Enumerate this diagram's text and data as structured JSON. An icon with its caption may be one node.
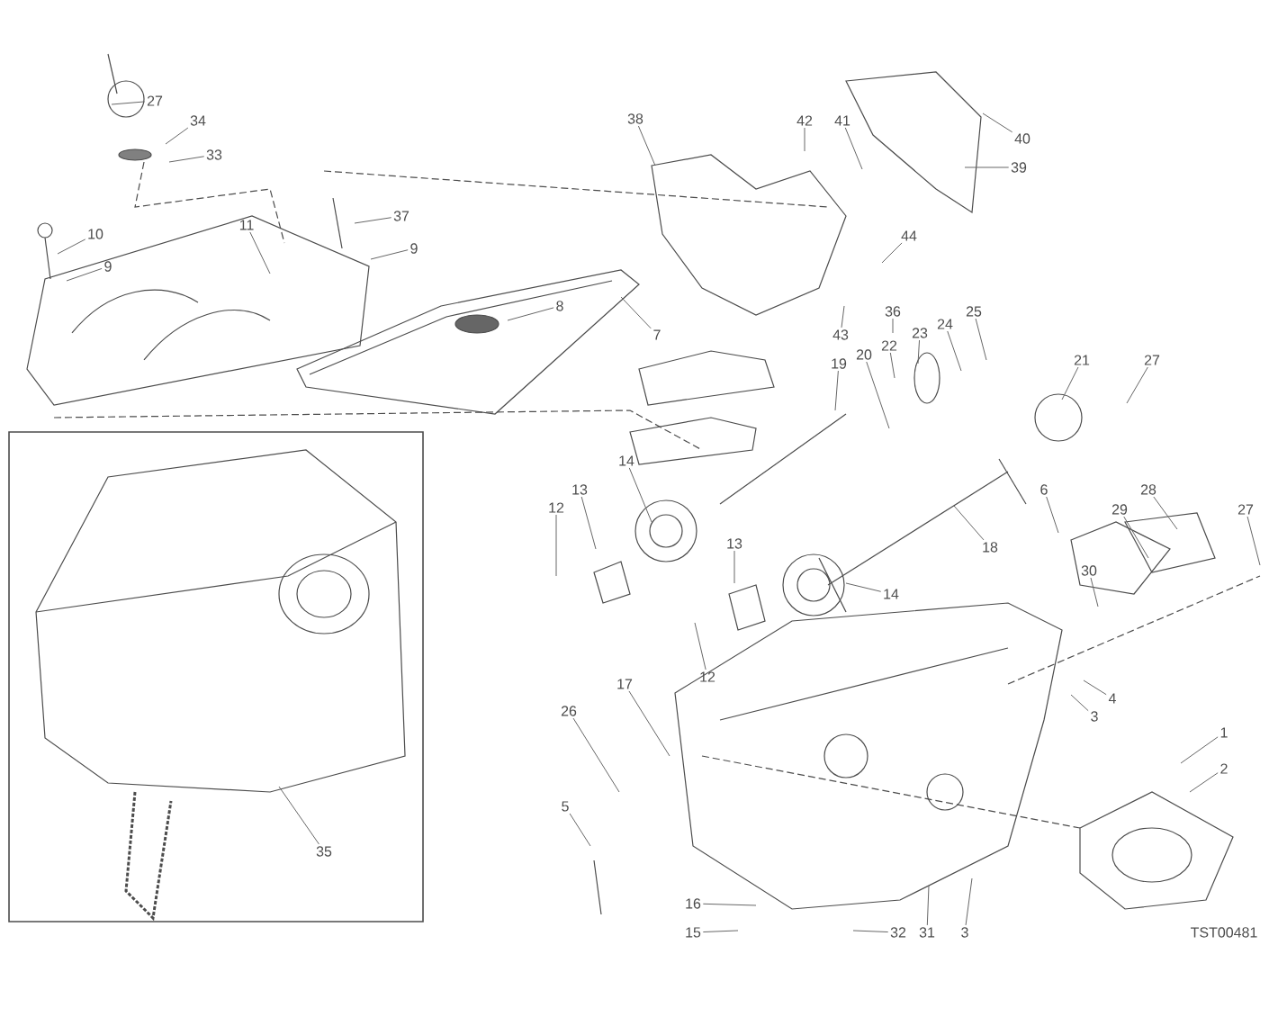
{
  "diagram": {
    "nodes": [
      {
        "text": [],
        "shape": "box"
      },
      {
        "text": [
          "35"
        ],
        "in": 0
      },
      {
        "text": [
          "27"
        ]
      },
      {
        "text": [
          "34"
        ]
      },
      {
        "text": [
          "33"
        ]
      },
      {
        "text": [
          "10"
        ]
      },
      {
        "text": [
          "9"
        ]
      },
      {
        "text": [
          "11"
        ]
      },
      {
        "text": [
          "37"
        ]
      },
      {
        "text": [
          "9"
        ]
      },
      {
        "text": [
          "8"
        ]
      },
      {
        "text": [
          "7"
        ]
      },
      {
        "text": [
          "38"
        ]
      },
      {
        "text": [
          "42"
        ]
      },
      {
        "text": [
          "41"
        ]
      },
      {
        "text": [
          "40"
        ]
      },
      {
        "text": [
          "39"
        ]
      },
      {
        "text": [
          "44"
        ]
      },
      {
        "text": [
          "43"
        ]
      },
      {
        "text": [
          "36"
        ]
      },
      {
        "text": [
          "23"
        ]
      },
      {
        "text": [
          "22"
        ]
      },
      {
        "text": [
          "20"
        ]
      },
      {
        "text": [
          "19"
        ]
      },
      {
        "text": [
          "24"
        ]
      },
      {
        "text": [
          "25"
        ]
      },
      {
        "text": [
          "21"
        ]
      },
      {
        "text": [
          "27"
        ]
      },
      {
        "text": [
          "6"
        ]
      },
      {
        "text": [
          "28"
        ]
      },
      {
        "text": [
          "29"
        ]
      },
      {
        "text": [
          "30"
        ]
      },
      {
        "text": [
          "27"
        ]
      },
      {
        "text": [
          "13"
        ]
      },
      {
        "text": [
          "14"
        ]
      },
      {
        "text": [
          "12"
        ]
      },
      {
        "text": [
          "13"
        ]
      },
      {
        "text": [
          "14"
        ]
      },
      {
        "text": [
          "12"
        ]
      },
      {
        "text": [
          "18"
        ]
      },
      {
        "text": [
          "17"
        ]
      },
      {
        "text": [
          "26"
        ]
      },
      {
        "text": [
          "5"
        ]
      },
      {
        "text": [
          "16"
        ]
      },
      {
        "text": [
          "15"
        ]
      },
      {
        "text": [
          "32"
        ]
      },
      {
        "text": [
          "31"
        ]
      },
      {
        "text": [
          "3"
        ]
      },
      {
        "text": [
          "3"
        ]
      },
      {
        "text": [
          "4"
        ]
      },
      {
        "text": [
          "1"
        ]
      },
      {
        "text": [
          "2"
        ]
      }
    ],
    "edges": [
      {
        "from": 1,
        "to": null,
        "arrow": "none"
      },
      {
        "from": 2,
        "to": null,
        "arrow": "none"
      },
      {
        "from": 3,
        "to": null,
        "arrow": "none"
      },
      {
        "from": 4,
        "to": null,
        "arrow": "none"
      },
      {
        "from": 5,
        "to": null,
        "arrow": "none"
      },
      {
        "from": 6,
        "to": null,
        "arrow": "none"
      },
      {
        "from": 7,
        "to": null,
        "arrow": "none"
      },
      {
        "from": 8,
        "to": null,
        "arrow": "none"
      },
      {
        "from": 9,
        "to": null,
        "arrow": "none"
      },
      {
        "from": 10,
        "to": null,
        "arrow": "none"
      },
      {
        "from": 11,
        "to": null,
        "arrow": "none"
      },
      {
        "from": 12,
        "to": null,
        "arrow": "none"
      },
      {
        "from": 13,
        "to": null,
        "arrow": "none"
      },
      {
        "from": 14,
        "to": null,
        "arrow": "none"
      },
      {
        "from": 15,
        "to": null,
        "arrow": "none"
      },
      {
        "from": 16,
        "to": null,
        "arrow": "none"
      },
      {
        "from": 17,
        "to": null,
        "arrow": "none"
      },
      {
        "from": 18,
        "to": null,
        "arrow": "none"
      },
      {
        "from": 19,
        "to": null,
        "arrow": "none"
      },
      {
        "from": 20,
        "to": null,
        "arrow": "none"
      },
      {
        "from": 21,
        "to": null,
        "arrow": "none"
      },
      {
        "from": 22,
        "to": null,
        "arrow": "none"
      },
      {
        "from": 23,
        "to": null,
        "arrow": "none"
      },
      {
        "from": 24,
        "to": null,
        "arrow": "none"
      },
      {
        "from": 25,
        "to": null,
        "arrow": "none"
      },
      {
        "from": 26,
        "to": null,
        "arrow": "none"
      },
      {
        "from": 27,
        "to": null,
        "arrow": "none"
      },
      {
        "from": 28,
        "to": null,
        "arrow": "none"
      },
      {
        "from": 29,
        "to": null,
        "arrow": "none"
      },
      {
        "from": 30,
        "to": null,
        "arrow": "none"
      },
      {
        "from": 31,
        "to": null,
        "arrow": "none"
      },
      {
        "from": 32,
        "to": null,
        "arrow": "none"
      },
      {
        "from": 33,
        "to": null,
        "arrow": "none"
      },
      {
        "from": 34,
        "to": null,
        "arrow": "none"
      },
      {
        "from": 35,
        "to": null,
        "arrow": "none"
      },
      {
        "from": 36,
        "to": null,
        "arrow": "none"
      },
      {
        "from": 37,
        "to": null,
        "arrow": "none"
      },
      {
        "from": 38,
        "to": null,
        "arrow": "none"
      },
      {
        "from": 39,
        "to": null,
        "arrow": "none"
      },
      {
        "from": 40,
        "to": null,
        "arrow": "none"
      },
      {
        "from": 41,
        "to": null,
        "arrow": "none"
      },
      {
        "from": 42,
        "to": null,
        "arrow": "none"
      },
      {
        "from": 43,
        "to": null,
        "arrow": "none"
      },
      {
        "from": 44,
        "to": null,
        "arrow": "none"
      },
      {
        "from": 45,
        "to": null,
        "arrow": "none"
      },
      {
        "from": 46,
        "to": null,
        "arrow": "none"
      },
      {
        "from": 47,
        "to": null,
        "arrow": "none"
      },
      {
        "from": 48,
        "to": null,
        "arrow": "none"
      },
      {
        "from": 49,
        "to": null,
        "arrow": "none"
      },
      {
        "from": 50,
        "to": null,
        "arrow": "none"
      },
      {
        "from": 51,
        "to": null,
        "arrow": "none"
      }
    ],
    "labels": [
      "TST00481"
    ]
  }
}
